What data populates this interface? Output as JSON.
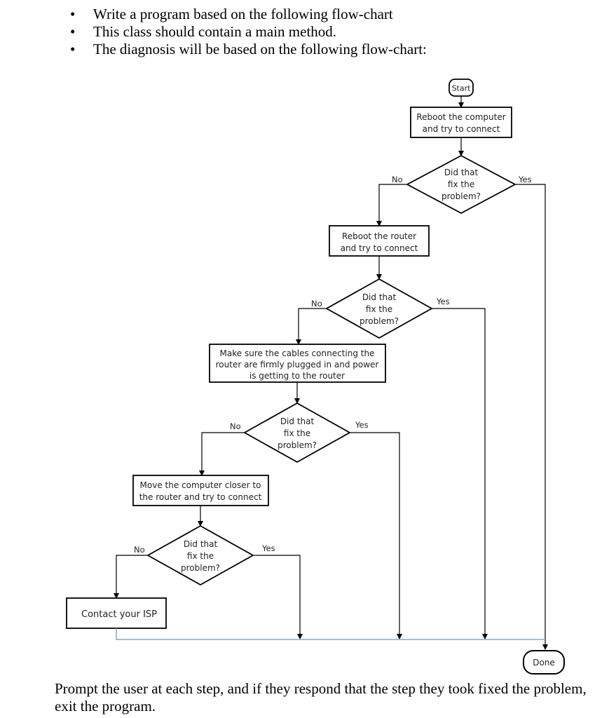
{
  "bullets": [
    "Write a program based on the following flow-chart",
    "This class should contain a main method.",
    "The diagnosis will be based on the following flow-chart:"
  ],
  "bullet_glyph": "•",
  "flowchart": {
    "start": "Start",
    "done": "Done",
    "steps": [
      [
        "Reboot the computer",
        "and try to connect"
      ],
      [
        "Reboot the router",
        "and try to connect"
      ],
      [
        "Make sure the cables connecting the",
        "router are firmly plugged in and power",
        "is getting to the router"
      ],
      [
        "Move the computer closer to",
        "the router and try to connect"
      ]
    ],
    "decisions": [
      [
        "Did that",
        "fix the",
        "problem?"
      ],
      [
        "Did that",
        "fix the",
        "problem?"
      ],
      [
        "Did that",
        "fix the",
        "problem?"
      ],
      [
        "Did that",
        "fix the",
        "problem?"
      ]
    ],
    "yes_label": "Yes",
    "no_label": "No",
    "contact": "Contact your ISP"
  },
  "outro": "Prompt the user at each step, and if they respond that the step they took fixed the problem, exit the program.",
  "colors": {
    "merge_line": "#8fa6bf",
    "stroke": "#000000"
  }
}
